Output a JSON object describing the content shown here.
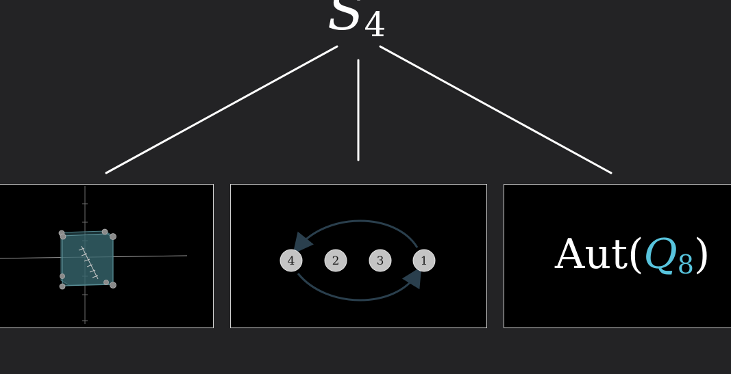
{
  "title": {
    "symbol": "S",
    "subscript": "4"
  },
  "panels": {
    "cube": {
      "description_icon": "cube-icon",
      "colors": {
        "face": "#3d6d74",
        "axis": "#9a9a9a",
        "vertex": "#8a8a8a"
      }
    },
    "permutation": {
      "nodes": [
        "4",
        "2",
        "3",
        "1"
      ],
      "colors": {
        "node": "#c4c4c4",
        "arrow": "#2a3f4d"
      }
    },
    "automorphism": {
      "prefix": "Aut(",
      "group": "Q",
      "group_subscript": "8",
      "suffix": ")",
      "colors": {
        "text": "#ffffff",
        "accent": "#58c4dd"
      }
    }
  }
}
